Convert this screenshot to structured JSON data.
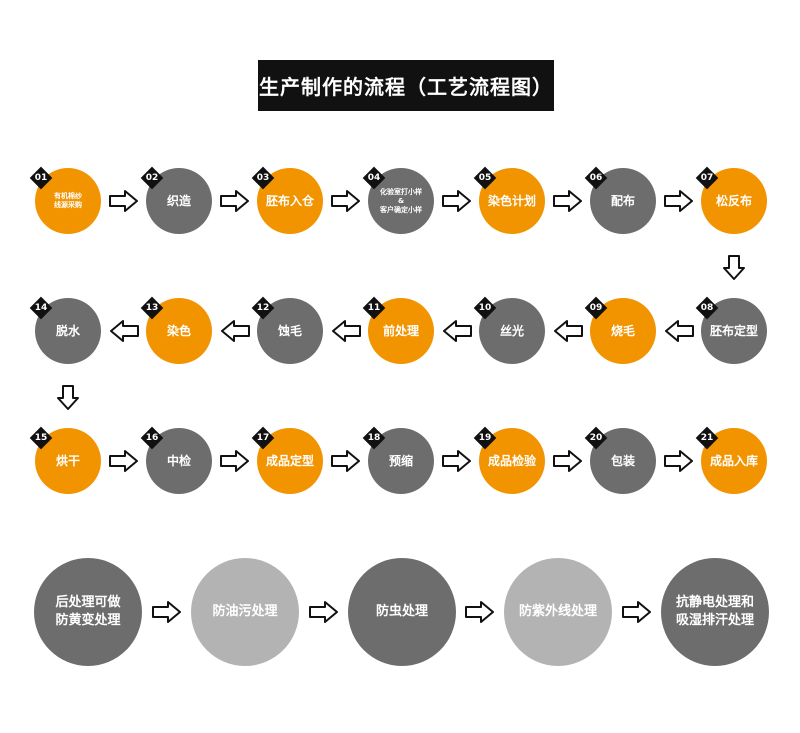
{
  "title": "生产制作的流程（工艺流程图）",
  "colors": {
    "orange": "#f29400",
    "gray": "#6d6d6d",
    "light_gray": "#b3b3b3",
    "dark": "#111111"
  },
  "steps": [
    {
      "num": "01",
      "label": "有机棉纱\n线源采购",
      "color": "orange"
    },
    {
      "num": "02",
      "label": "织造",
      "color": "gray"
    },
    {
      "num": "03",
      "label": "胚布入仓",
      "color": "orange"
    },
    {
      "num": "04",
      "label": "化验室打小样\n&\n客户确定小样",
      "color": "gray"
    },
    {
      "num": "05",
      "label": "染色计划",
      "color": "orange"
    },
    {
      "num": "06",
      "label": "配布",
      "color": "gray"
    },
    {
      "num": "07",
      "label": "松反布",
      "color": "orange"
    },
    {
      "num": "08",
      "label": "胚布定型",
      "color": "gray"
    },
    {
      "num": "09",
      "label": "烧毛",
      "color": "orange"
    },
    {
      "num": "10",
      "label": "丝光",
      "color": "gray"
    },
    {
      "num": "11",
      "label": "前处理",
      "color": "orange"
    },
    {
      "num": "12",
      "label": "蚀毛",
      "color": "gray"
    },
    {
      "num": "13",
      "label": "染色",
      "color": "orange"
    },
    {
      "num": "14",
      "label": "脱水",
      "color": "gray"
    },
    {
      "num": "15",
      "label": "烘干",
      "color": "orange"
    },
    {
      "num": "16",
      "label": "中检",
      "color": "gray"
    },
    {
      "num": "17",
      "label": "成品定型",
      "color": "orange"
    },
    {
      "num": "18",
      "label": "预缩",
      "color": "gray"
    },
    {
      "num": "19",
      "label": "成品检验",
      "color": "orange"
    },
    {
      "num": "20",
      "label": "包装",
      "color": "gray"
    },
    {
      "num": "21",
      "label": "成品入库",
      "color": "orange"
    }
  ],
  "finishing": [
    {
      "label": "后处理可做\n防黄变处理",
      "tone": "dark"
    },
    {
      "label": "防油污处理",
      "tone": "light"
    },
    {
      "label": "防虫处理",
      "tone": "dark"
    },
    {
      "label": "防紫外线处理",
      "tone": "light"
    },
    {
      "label": "抗静电处理和\n吸湿排汗处理",
      "tone": "dark"
    }
  ]
}
